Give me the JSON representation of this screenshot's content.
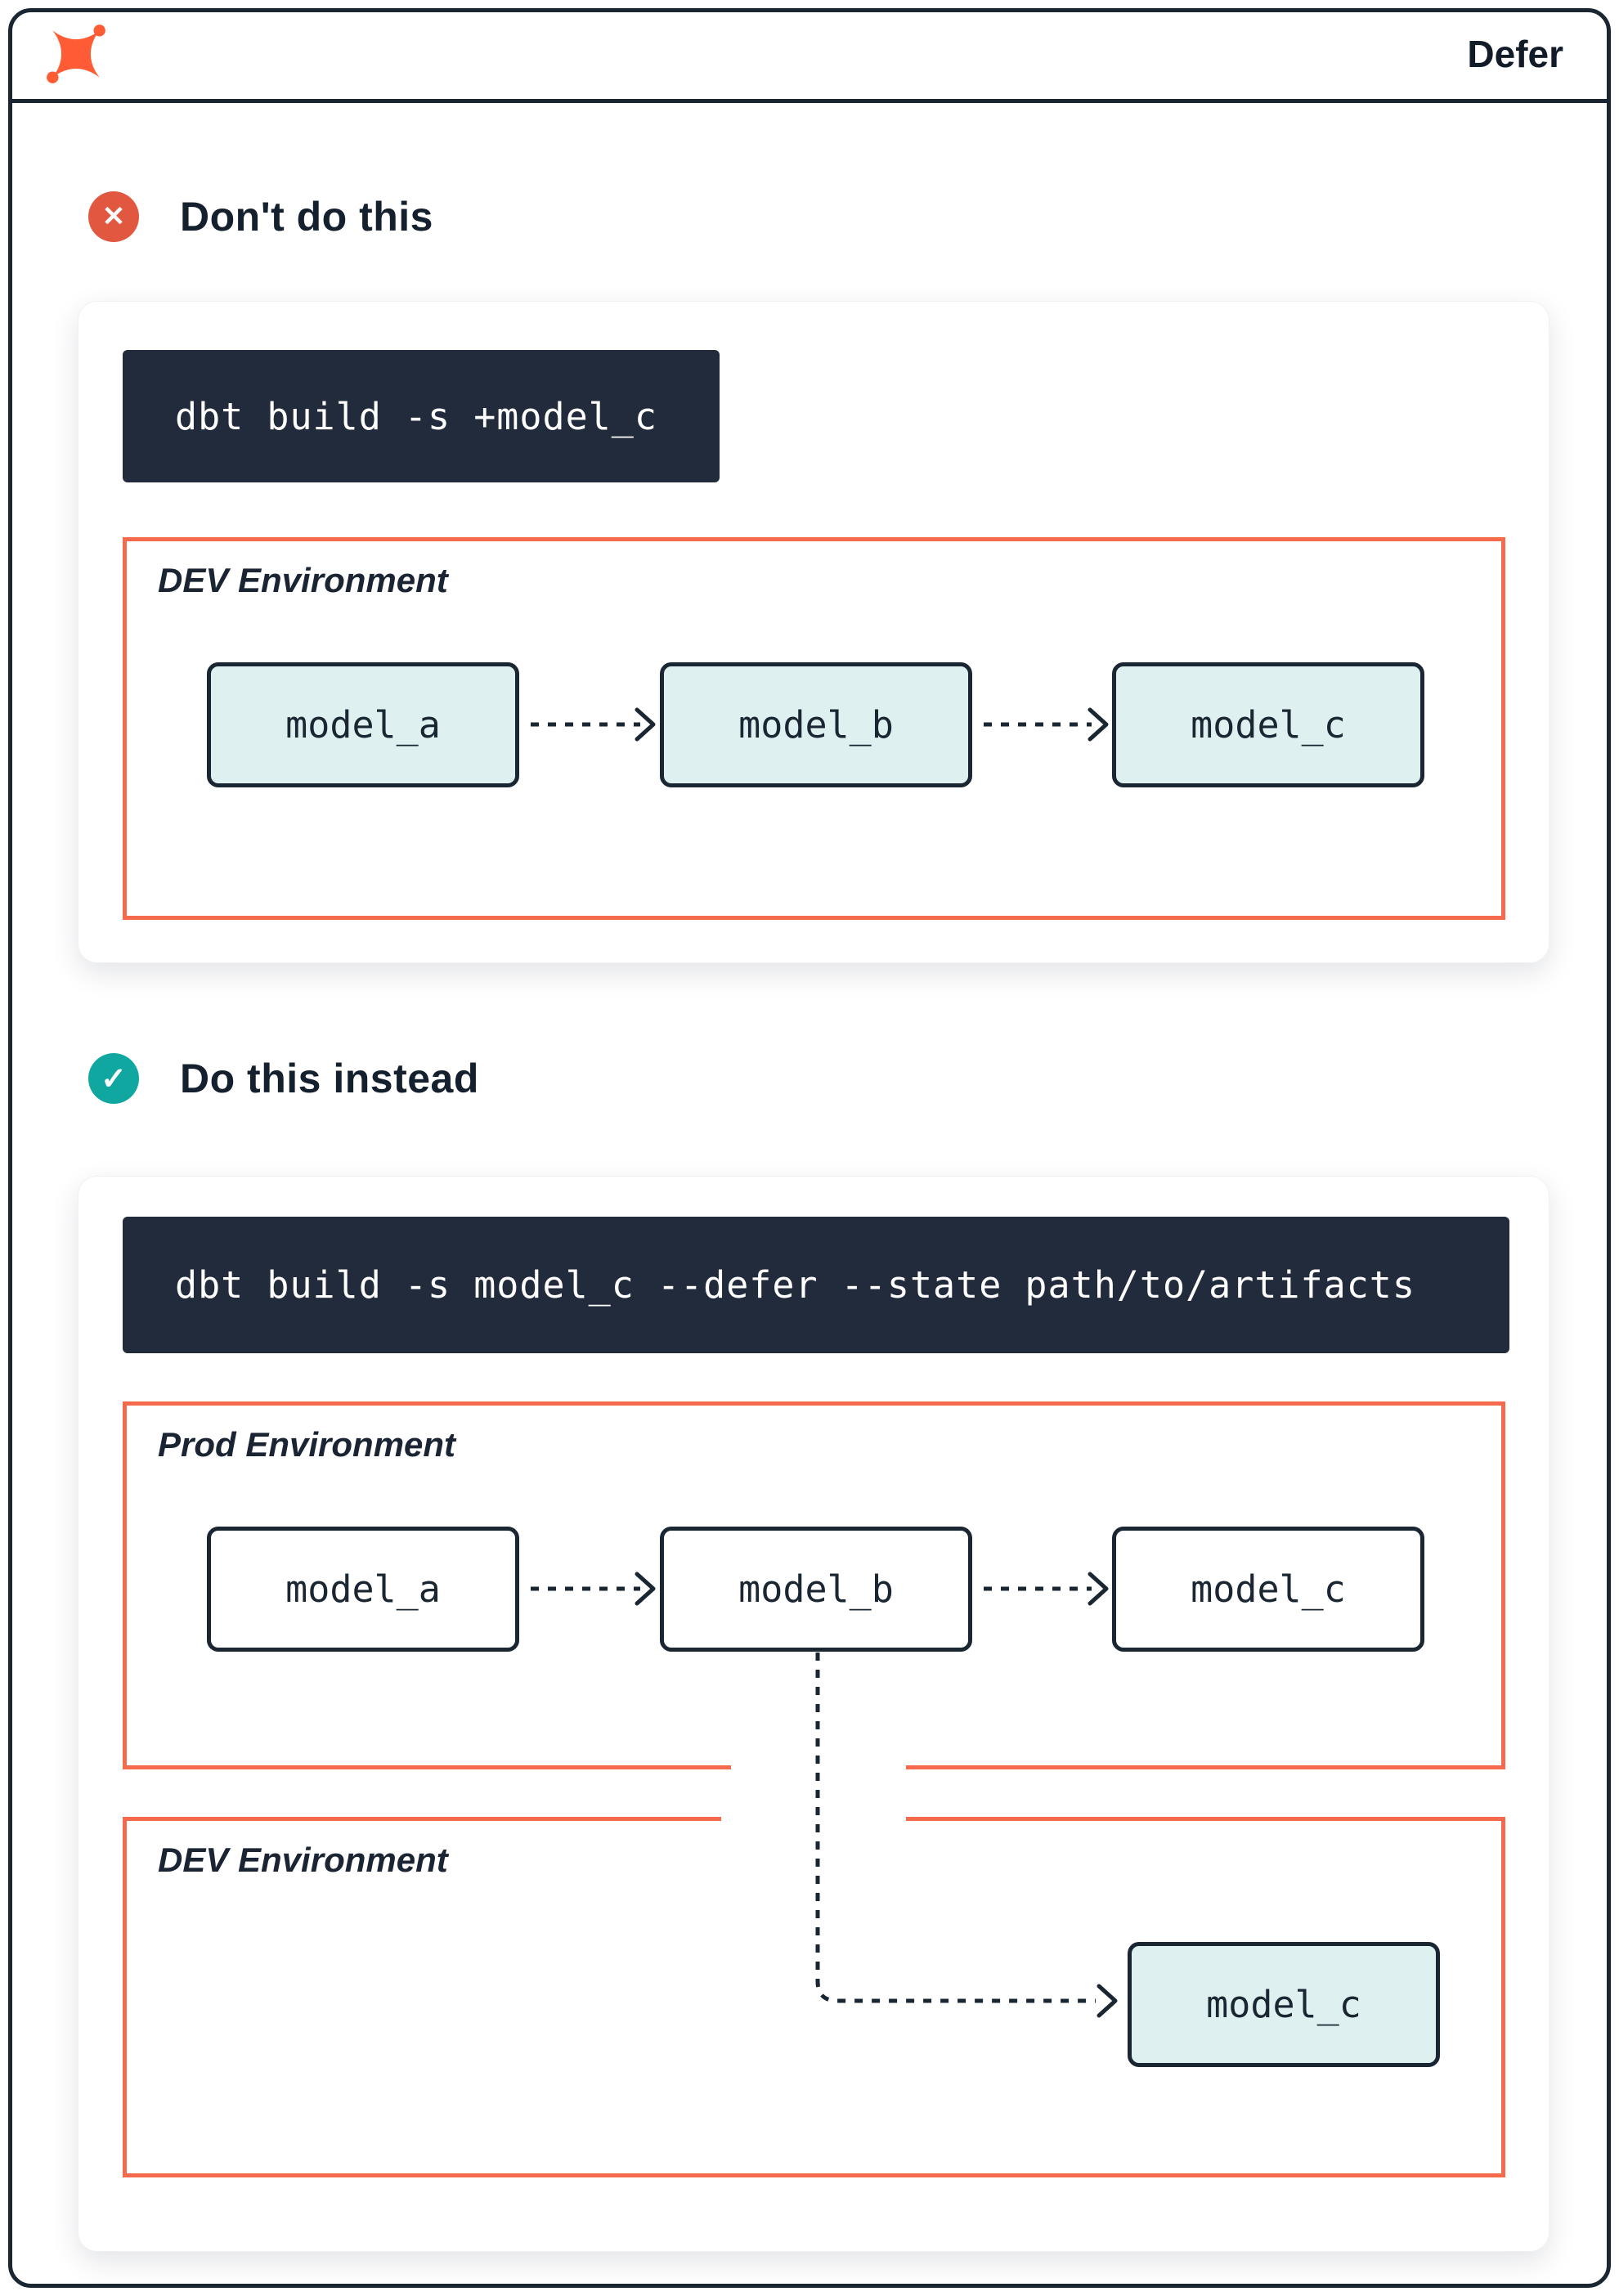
{
  "header": {
    "title": "Defer",
    "logo": "dbt-logo"
  },
  "colors": {
    "frame_border": "#1b2633",
    "code_background": "#222b3b",
    "env_border_orange": "#f5694d",
    "node_fill_teal": "#def1f0",
    "dont_badge_red": "#e25740",
    "do_badge_teal": "#0fa7a0",
    "text_dark_navy": "#14202d"
  },
  "dont_section": {
    "title": "Don't do this",
    "icon": "x-circle-icon",
    "command": "dbt build -s +model_c",
    "env": {
      "label": "DEV Environment",
      "nodes": [
        "model_a",
        "model_b",
        "model_c"
      ]
    }
  },
  "do_section": {
    "title": "Do this instead",
    "icon": "check-circle-icon",
    "command": "dbt build -s model_c --defer --state path/to/artifacts",
    "prod_env": {
      "label": "Prod Environment",
      "nodes": [
        "model_a",
        "model_b",
        "model_c"
      ]
    },
    "dev_env": {
      "label": "DEV Environment",
      "nodes": [
        "model_c"
      ]
    }
  },
  "icons": {
    "x_glyph": "✕",
    "check_glyph": "✓"
  }
}
